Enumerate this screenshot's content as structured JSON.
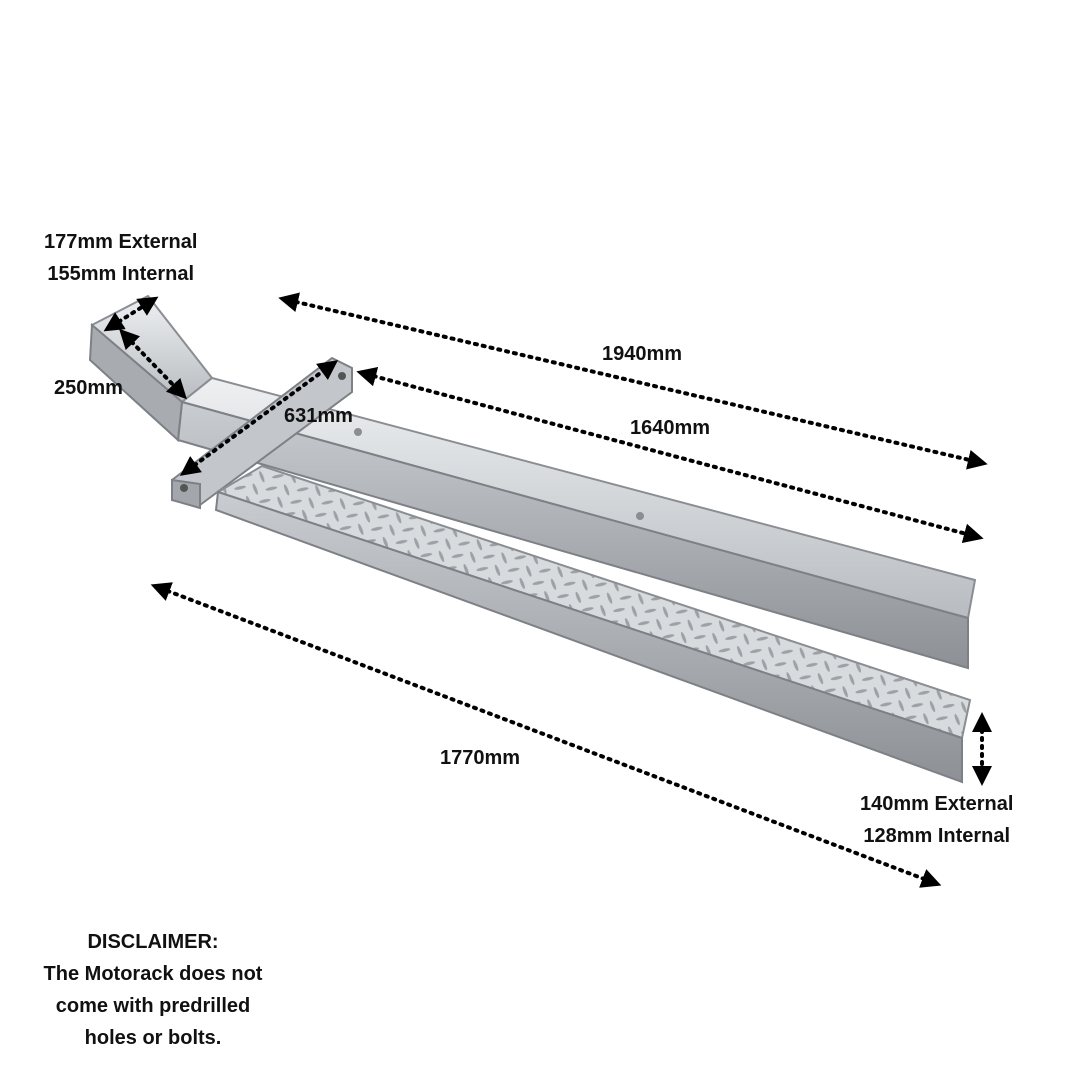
{
  "labels": {
    "rail_end_width_external": "177mm External",
    "rail_end_width_internal": "155mm Internal",
    "rail_end_length": "250mm",
    "overall_length": "1940mm",
    "channel_length": "1640mm",
    "crossbar_width": "631mm",
    "ramp_length": "1770mm",
    "ramp_height_external": "140mm External",
    "ramp_height_internal": "128mm Internal"
  },
  "disclaimer": {
    "heading": "DISCLAIMER:",
    "lines": [
      "The Motorack does not",
      "come with predrilled",
      "holes or bolts."
    ]
  },
  "colors": {
    "metal_light": "#e4e6e8",
    "metal_mid": "#b9bdc1",
    "metal_dark": "#7d8186",
    "arrow": "#000000"
  }
}
